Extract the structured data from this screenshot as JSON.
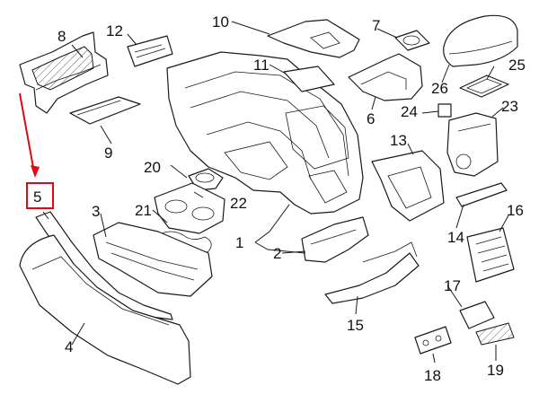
{
  "highlight": {
    "callout": "5",
    "color": "#e30613"
  },
  "callouts": [
    {
      "id": "1",
      "text": "1"
    },
    {
      "id": "2",
      "text": "2"
    },
    {
      "id": "3",
      "text": "3"
    },
    {
      "id": "4",
      "text": "4"
    },
    {
      "id": "5",
      "text": "5"
    },
    {
      "id": "6",
      "text": "6"
    },
    {
      "id": "7",
      "text": "7"
    },
    {
      "id": "8",
      "text": "8"
    },
    {
      "id": "9",
      "text": "9"
    },
    {
      "id": "10",
      "text": "10"
    },
    {
      "id": "11",
      "text": "11"
    },
    {
      "id": "12",
      "text": "12"
    },
    {
      "id": "13",
      "text": "13"
    },
    {
      "id": "14",
      "text": "14"
    },
    {
      "id": "15",
      "text": "15"
    },
    {
      "id": "16",
      "text": "16"
    },
    {
      "id": "17",
      "text": "17"
    },
    {
      "id": "18",
      "text": "18"
    },
    {
      "id": "19",
      "text": "19"
    },
    {
      "id": "20",
      "text": "20"
    },
    {
      "id": "21",
      "text": "21"
    },
    {
      "id": "22",
      "text": "22"
    },
    {
      "id": "23",
      "text": "23"
    },
    {
      "id": "24",
      "text": "24"
    },
    {
      "id": "25",
      "text": "25"
    },
    {
      "id": "26",
      "text": "26"
    }
  ]
}
